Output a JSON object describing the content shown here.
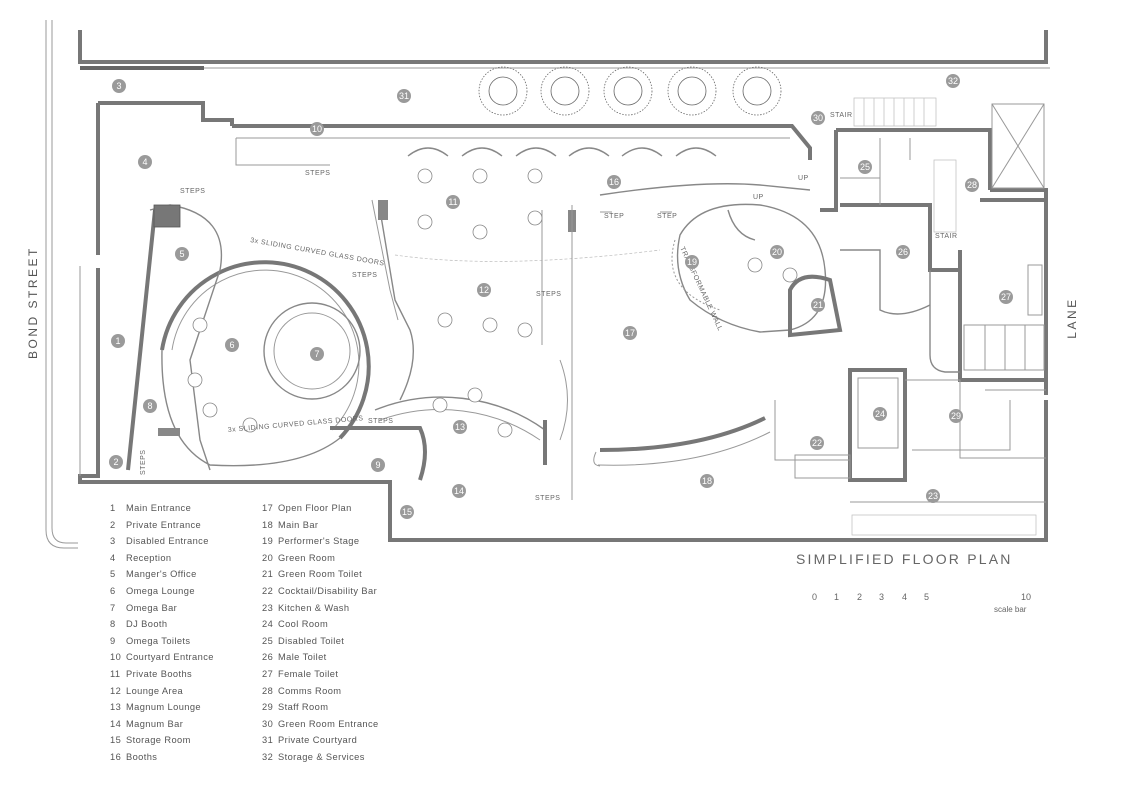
{
  "title": "SIMPLIFIED FLOOR PLAN",
  "street_left": "BOND STREET",
  "street_right": "LANE",
  "scale": {
    "ticks": [
      "0",
      "1",
      "2",
      "3",
      "4",
      "5",
      "10"
    ],
    "label": "scale bar"
  },
  "annotations": {
    "steps": "STEPS",
    "step": "STEP",
    "up": "UP",
    "stair": "STAIR",
    "glass_doors": "3x SLIDING CURVED GLASS DOORS",
    "transformable_wall": "TRANSFORMABLE WALL"
  },
  "legend": [
    {
      "n": "1",
      "name": "Main Entrance"
    },
    {
      "n": "2",
      "name": "Private Entrance"
    },
    {
      "n": "3",
      "name": "Disabled Entrance"
    },
    {
      "n": "4",
      "name": "Reception"
    },
    {
      "n": "5",
      "name": "Manger's Office"
    },
    {
      "n": "6",
      "name": "Omega Lounge"
    },
    {
      "n": "7",
      "name": "Omega Bar"
    },
    {
      "n": "8",
      "name": "DJ Booth"
    },
    {
      "n": "9",
      "name": "Omega Toilets"
    },
    {
      "n": "10",
      "name": "Courtyard Entrance"
    },
    {
      "n": "11",
      "name": "Private Booths"
    },
    {
      "n": "12",
      "name": "Lounge Area"
    },
    {
      "n": "13",
      "name": "Magnum Lounge"
    },
    {
      "n": "14",
      "name": "Magnum Bar"
    },
    {
      "n": "15",
      "name": "Storage Room"
    },
    {
      "n": "16",
      "name": "Booths"
    },
    {
      "n": "17",
      "name": "Open Floor Plan"
    },
    {
      "n": "18",
      "name": "Main Bar"
    },
    {
      "n": "19",
      "name": "Performer's Stage"
    },
    {
      "n": "20",
      "name": "Green Room"
    },
    {
      "n": "21",
      "name": "Green Room Toilet"
    },
    {
      "n": "22",
      "name": "Cocktail/Disability Bar"
    },
    {
      "n": "23",
      "name": "Kitchen & Wash"
    },
    {
      "n": "24",
      "name": "Cool Room"
    },
    {
      "n": "25",
      "name": "Disabled Toilet"
    },
    {
      "n": "26",
      "name": "Male Toilet"
    },
    {
      "n": "27",
      "name": "Female Toilet"
    },
    {
      "n": "28",
      "name": "Comms Room"
    },
    {
      "n": "29",
      "name": "Staff Room"
    },
    {
      "n": "30",
      "name": "Green Room Entrance"
    },
    {
      "n": "31",
      "name": "Private Courtyard"
    },
    {
      "n": "32",
      "name": "Storage & Services"
    }
  ]
}
